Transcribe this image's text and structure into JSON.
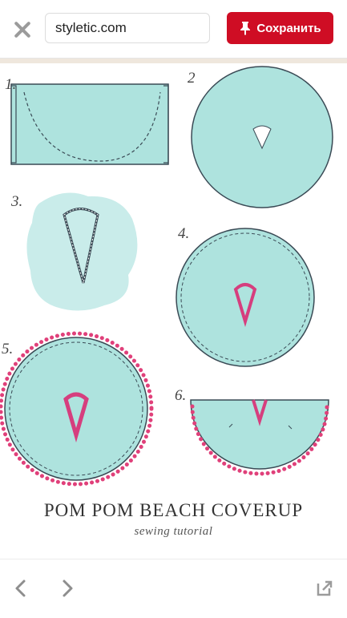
{
  "toolbar": {
    "url_text": "styletic.com",
    "save_label": "Сохранить"
  },
  "colors": {
    "brand_red": "#cf0d24",
    "fabric_aqua": "#aee3de",
    "pompom_pink": "#e0407a"
  },
  "icons": {
    "close": "close-icon",
    "pin": "pushpin-icon",
    "back": "chevron-left-icon",
    "forward": "chevron-right-icon",
    "open_external": "open-external-icon"
  },
  "image": {
    "steps": [
      "1.",
      "2",
      "3.",
      "4.",
      "5.",
      "6."
    ],
    "title": "POM POM BEACH COVERUP",
    "subtitle": "sewing tutorial"
  }
}
